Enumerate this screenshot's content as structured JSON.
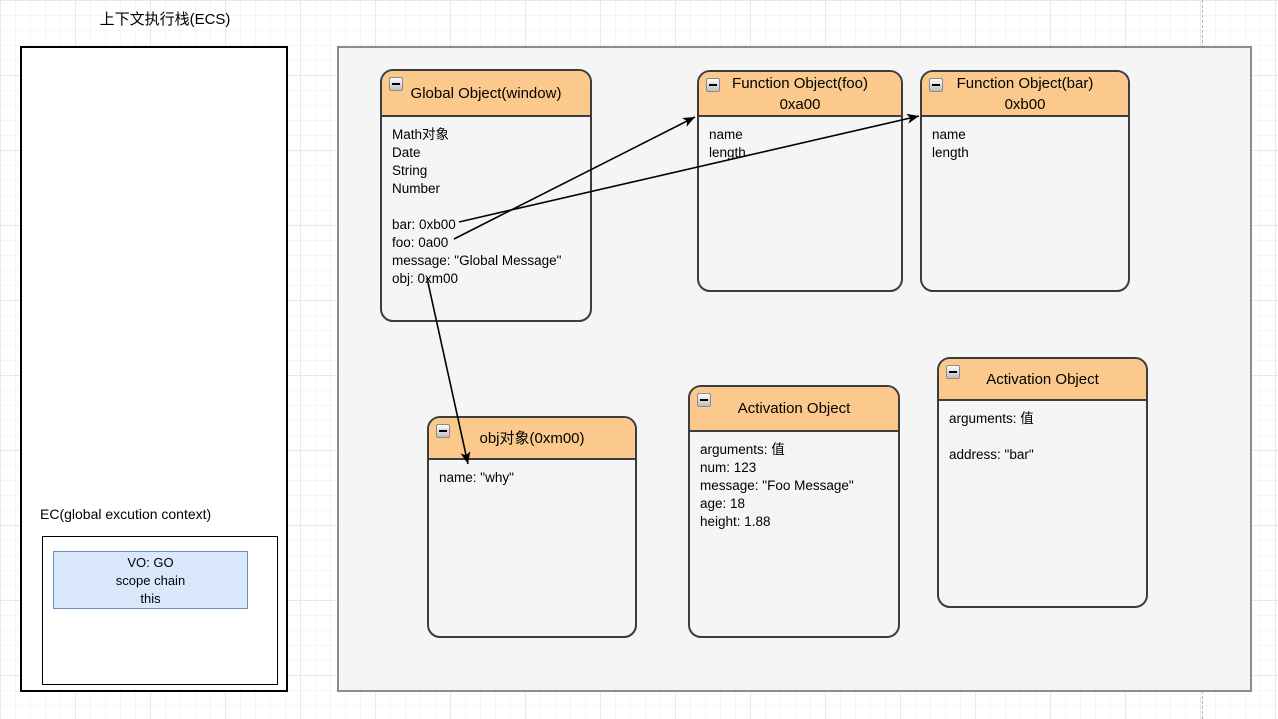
{
  "page": {
    "title": "上下文执行栈(ECS)"
  },
  "ecs_stack": {
    "ec_label": "EC(global excution context)",
    "vo_box": {
      "lines": [
        "VO: GO",
        "scope chain",
        "this"
      ]
    }
  },
  "heap_panel": {
    "nodes": [
      {
        "id": "global-object",
        "title": "Global Object(window)",
        "lines": [
          "Math对象",
          "Date",
          "String",
          "Number",
          "",
          "bar: 0xb00",
          "foo: 0a00",
          "message: \"Global Message\"",
          "obj: 0xm00"
        ]
      },
      {
        "id": "function-object-foo",
        "title": "Function Object(foo)",
        "subtitle": "0xa00",
        "lines": [
          "name",
          "length"
        ]
      },
      {
        "id": "function-object-bar",
        "title": "Function Object(bar)",
        "subtitle": "0xb00",
        "lines": [
          "name",
          "length"
        ]
      },
      {
        "id": "obj-object",
        "title": "obj对象(0xm00)",
        "lines": [
          "name: \"why\""
        ]
      },
      {
        "id": "activation-object-foo",
        "title": "Activation Object",
        "lines": [
          "arguments: 值",
          "num: 123",
          "message: \"Foo Message\"",
          "age: 18",
          "height: 1.88"
        ]
      },
      {
        "id": "activation-object-bar",
        "title": "Activation Object",
        "lines": [
          "arguments: 值",
          "",
          "address: \"bar\""
        ]
      }
    ],
    "edges": [
      {
        "from": "Global Object bar: 0xb00",
        "to": "Function Object(bar) 0xb00"
      },
      {
        "from": "Global Object foo: 0a00",
        "to": "Function Object(foo) 0xa00"
      },
      {
        "from": "Global Object obj: 0xm00",
        "to": "obj对象(0xm00)"
      }
    ]
  },
  "colors": {
    "node_header_fill": "#fcc98c",
    "node_border": "#3c3c3c",
    "node_fill": "#f5f5f5",
    "panel_fill": "#f5f5f5",
    "panel_border": "#8c8c8c",
    "vo_fill": "#dae8fc",
    "vo_border": "#6c8ebf",
    "grid_line": "#e9e9e9"
  }
}
